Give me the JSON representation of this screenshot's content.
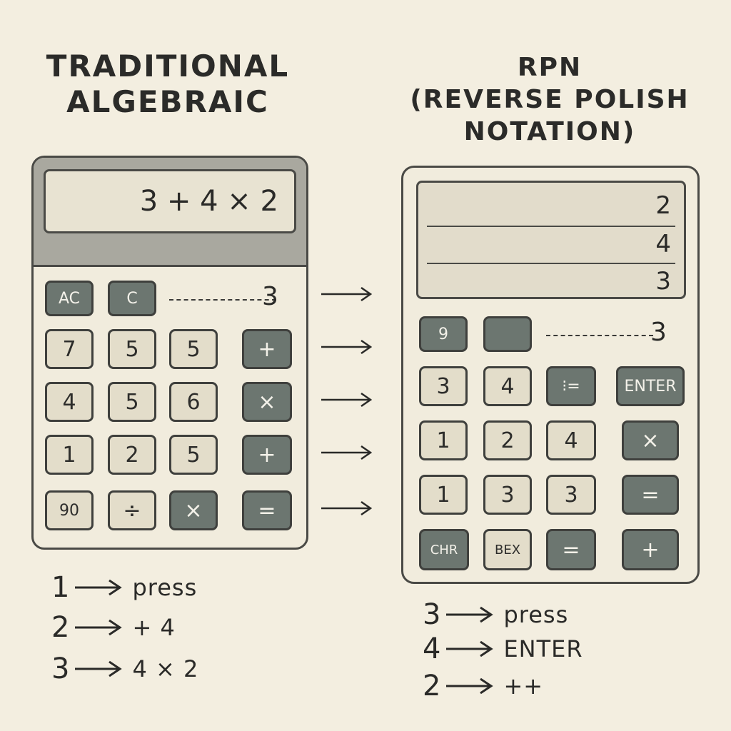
{
  "left": {
    "title_line1": "TRADITIONAL",
    "title_line2": "ALGEBRAIC",
    "display": "3 + 4 × 2",
    "keys": [
      {
        "label": "AC",
        "style": "dark"
      },
      {
        "label": "C",
        "style": "dark"
      },
      {
        "label": "7",
        "style": "light"
      },
      {
        "label": "5",
        "style": "light"
      },
      {
        "label": "5",
        "style": "light"
      },
      {
        "label": "+",
        "style": "dark"
      },
      {
        "label": "4",
        "style": "light"
      },
      {
        "label": "5",
        "style": "light"
      },
      {
        "label": "6",
        "style": "light"
      },
      {
        "label": "×",
        "style": "dark"
      },
      {
        "label": "1",
        "style": "light"
      },
      {
        "label": "2",
        "style": "light"
      },
      {
        "label": "5",
        "style": "light"
      },
      {
        "label": "+",
        "style": "dark"
      },
      {
        "label": "90",
        "style": "light"
      },
      {
        "label": "÷",
        "style": "light"
      },
      {
        "label": "×",
        "style": "dark"
      },
      {
        "label": "=",
        "style": "dark"
      }
    ],
    "dashed_value": "3",
    "steps": [
      {
        "num": "1",
        "text": "press"
      },
      {
        "num": "2",
        "text": "+ 4"
      },
      {
        "num": "3",
        "text": "4 × 2"
      }
    ]
  },
  "right": {
    "title_line1": "RPN",
    "title_line2": "(REVERSE POLISH",
    "title_line3": "NOTATION)",
    "stack": [
      "2",
      "4",
      "3"
    ],
    "keys": [
      {
        "label": "9",
        "style": "dark"
      },
      {
        "label": "",
        "style": "dark"
      },
      {
        "label": "3",
        "style": "light"
      },
      {
        "label": "4",
        "style": "light"
      },
      {
        "label": "⁝=",
        "style": "dark"
      },
      {
        "label": "ENTER",
        "style": "dark"
      },
      {
        "label": "1",
        "style": "light"
      },
      {
        "label": "2",
        "style": "light"
      },
      {
        "label": "4",
        "style": "light"
      },
      {
        "label": "×",
        "style": "dark"
      },
      {
        "label": "1",
        "style": "light"
      },
      {
        "label": "3",
        "style": "light"
      },
      {
        "label": "3",
        "style": "light"
      },
      {
        "label": "=",
        "style": "dark"
      },
      {
        "label": "CHR",
        "style": "dark"
      },
      {
        "label": "BEX",
        "style": "light"
      },
      {
        "label": "=",
        "style": "dark"
      },
      {
        "label": "+",
        "style": "dark"
      }
    ],
    "dashed_value": "3",
    "steps": [
      {
        "num": "3",
        "text": "press"
      },
      {
        "num": "4",
        "text": "ENTER"
      },
      {
        "num": "2",
        "text": "++"
      }
    ]
  }
}
